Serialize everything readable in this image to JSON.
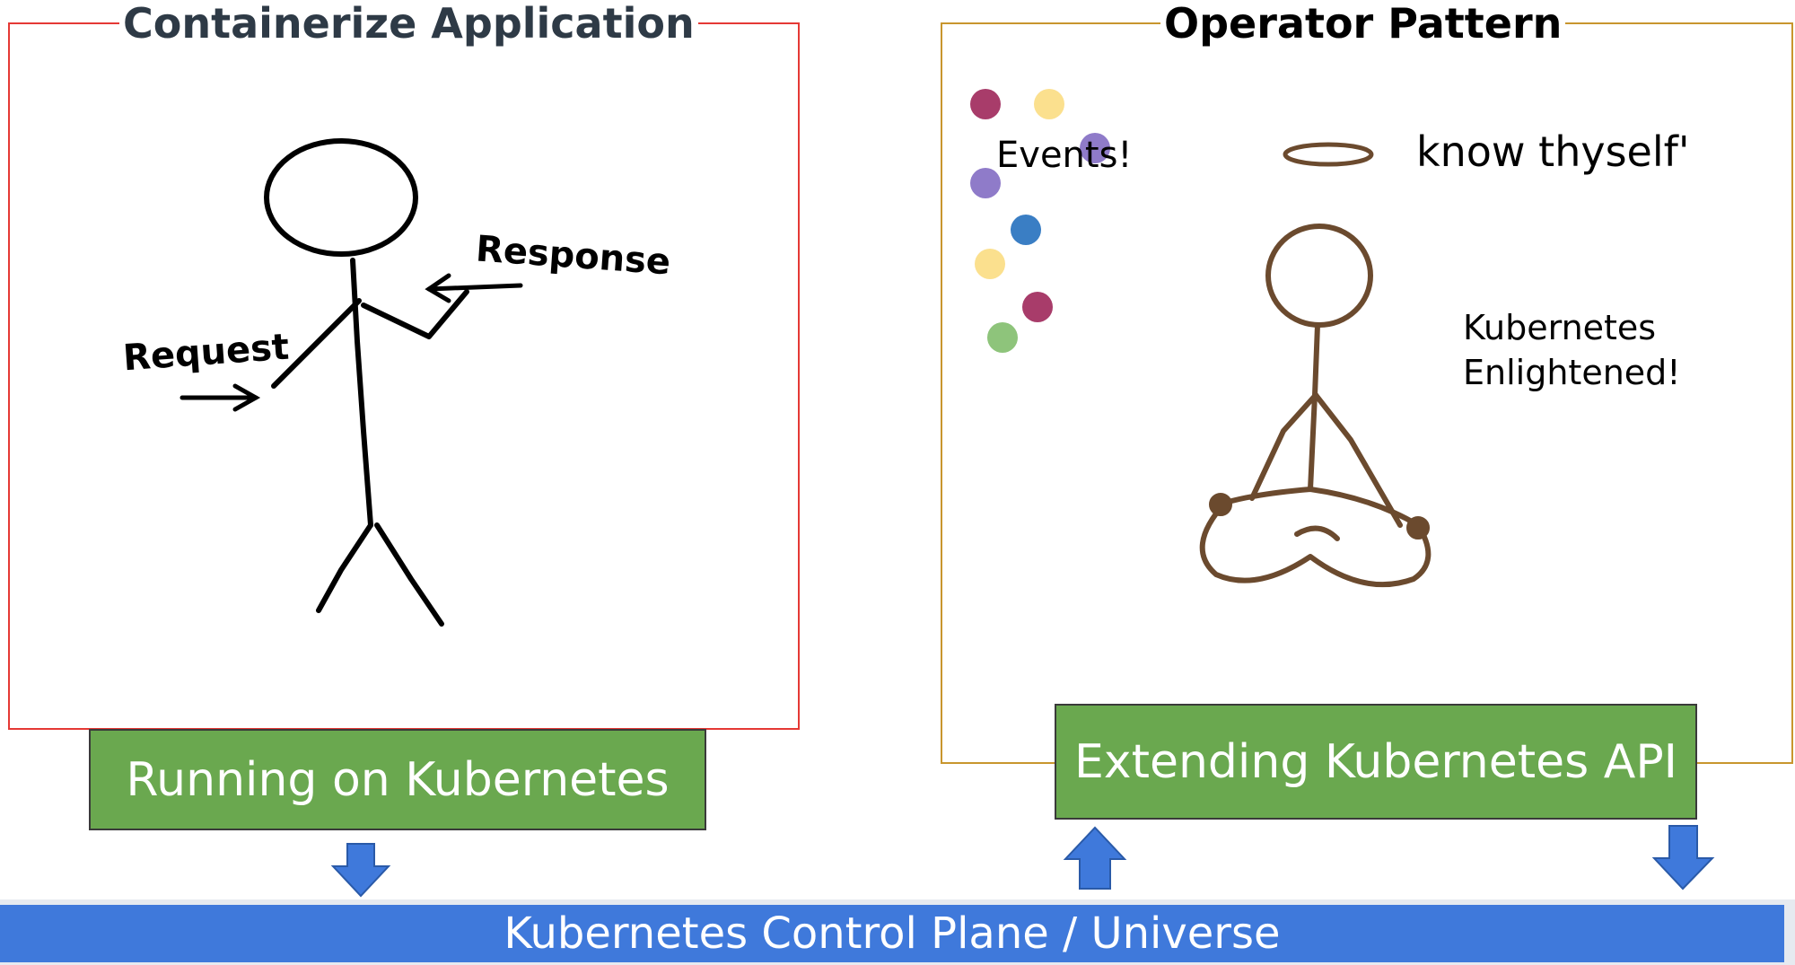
{
  "left_panel": {
    "title": "Containerize Application",
    "request_label": "Request",
    "response_label": "Response",
    "footer_label": "Running on Kubernetes",
    "border_color": "#e53935"
  },
  "right_panel": {
    "title": "Operator Pattern",
    "events_label": "Events!",
    "know_label": "know thyself'",
    "k8s_line1": "Kubernetes",
    "k8s_line2": "Enlightened!",
    "footer_label": "Extending Kubernetes API",
    "border_color": "#c8962e"
  },
  "control_plane": {
    "label": "Kubernetes Control Plane / Universe",
    "color": "#3f79db"
  },
  "colors": {
    "green_box": "#6aa84f",
    "arrow_blue": "#3f79db",
    "figure_left": "#000000",
    "figure_right": "#6b4a2e"
  }
}
